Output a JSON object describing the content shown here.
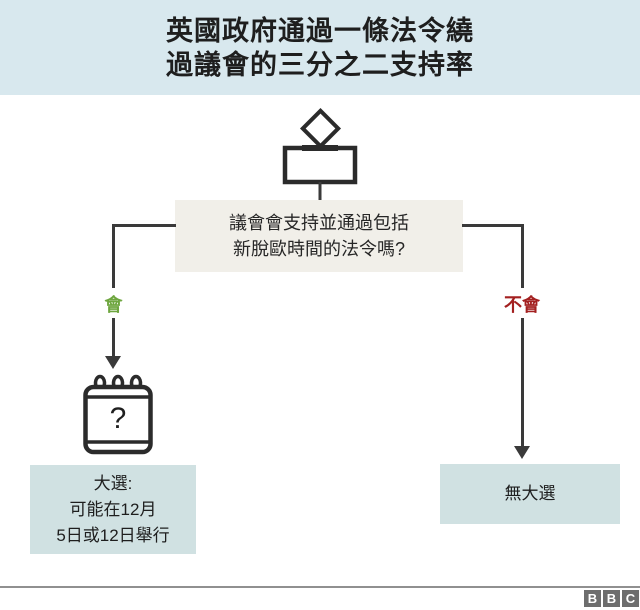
{
  "header": {
    "title_line1": "英國政府通過一條法令繞",
    "title_line2": "過議會的三分之二支持率"
  },
  "flowchart": {
    "icons": {
      "top": "ballot-box-icon",
      "yes_path": "calendar-icon"
    },
    "question": {
      "line1": "議會會支持並通過包括",
      "line2": "新脫歐時間的法令嗎?"
    },
    "branch_yes": {
      "label": "會",
      "color": "#6ea63f"
    },
    "branch_no": {
      "label": "不會",
      "color": "#a32020"
    },
    "calendar": {
      "mark": "?"
    },
    "result_yes": {
      "line1": "大選:",
      "line2": "可能在12月",
      "line3": "5日或12日舉行"
    },
    "result_no": {
      "label": "無大選"
    }
  },
  "footer": {
    "logo_letters": [
      "B",
      "B",
      "C"
    ]
  },
  "colors": {
    "header_bg": "#d8e8ee",
    "question_box_bg": "#f1efe9",
    "result_box_bg": "#d0e1e2",
    "yes_green": "#6ea63f",
    "no_red": "#a32020",
    "line_dark": "#3a3a3a",
    "footer_rule": "#909090",
    "bbc_block": "#6d6d6d"
  }
}
